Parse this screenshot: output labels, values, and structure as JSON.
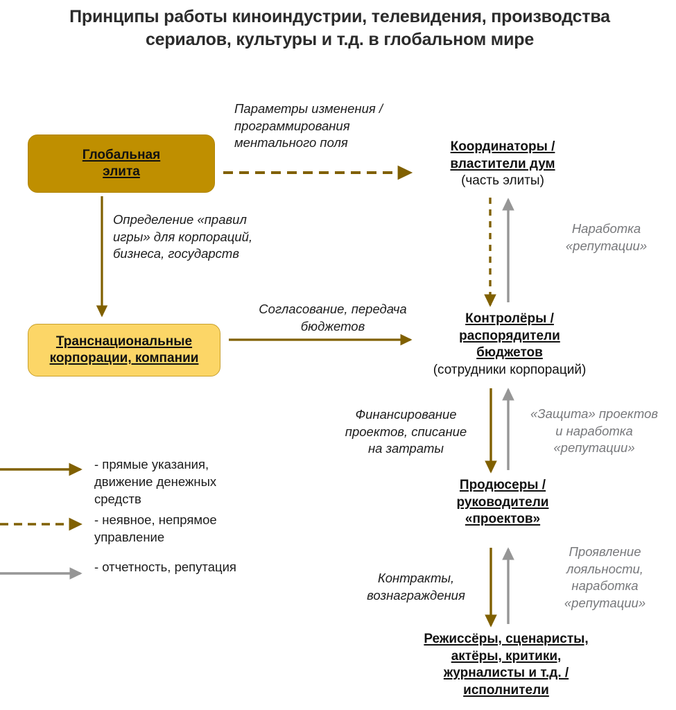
{
  "title": "Принципы работы киноиндустрии, телевидения, производства сериалов, культуры и т.д. в глобальном мире",
  "colors": {
    "gold_dark": "#806000",
    "gold_fill": "#bf8f00",
    "amber_fill": "#fcd667",
    "amber_border": "#c8a02c",
    "gray_arrow": "#969696",
    "gray_text": "#77787b",
    "text": "#1c1c1c"
  },
  "nodes": {
    "elite": {
      "line1": "Глобальная",
      "line2": "элита"
    },
    "corporations": {
      "line1": "Транснациональные",
      "line2": "корпорации, компании"
    },
    "coordinators": {
      "line1": "Координаторы /",
      "line2": "властители  дум",
      "sub": "(часть элиты)"
    },
    "controllers": {
      "line1": "Контролёры /",
      "line2": "распорядители",
      "line3": "бюджетов",
      "sub": "(сотрудники  корпораций)"
    },
    "producers": {
      "line1": "Продюсеры /",
      "line2": "руководители",
      "line3": "«проектов»"
    },
    "performers": {
      "line1": "Режиссёры, сценаристы,",
      "line2": "актёры, критики,",
      "line3": "журналисты и т.д. /",
      "line4": "исполнители"
    }
  },
  "edge_labels": {
    "params": {
      "line1": "Параметры изменения /",
      "line2": "программирования",
      "line3": "ментального поля"
    },
    "rules": {
      "line1": "Определение «правил",
      "line2": "игры» для корпораций,",
      "line3": "бизнеса, государств"
    },
    "budgets": {
      "line1": "Согласование, передача",
      "line2": "бюджетов"
    },
    "reputation_top": {
      "line1": "Наработка",
      "line2": "«репутации»"
    },
    "financing": {
      "line1": "Финансирование",
      "line2": "проектов, списание",
      "line3": "на затраты"
    },
    "protection": {
      "line1": "«Защита» проектов",
      "line2": "и наработка",
      "line3": "«репутации»"
    },
    "contracts": {
      "line1": "Контракты,",
      "line2": "вознаграждения"
    },
    "loyalty": {
      "line1": "Проявление",
      "line2": "лояльности,",
      "line3": "наработка",
      "line4": "«репутации»"
    }
  },
  "legend": {
    "items": [
      {
        "style": "solid-gold",
        "line1": " - прямые  указания,",
        "line2": "движение  денежных",
        "line3": "средств"
      },
      {
        "style": "dashed-gold",
        "line1": " - неявное,  непрямое",
        "line2": "управление",
        "line3": ""
      },
      {
        "style": "solid-gray",
        "line1": " - отчетность, репутация",
        "line2": "",
        "line3": ""
      }
    ]
  }
}
